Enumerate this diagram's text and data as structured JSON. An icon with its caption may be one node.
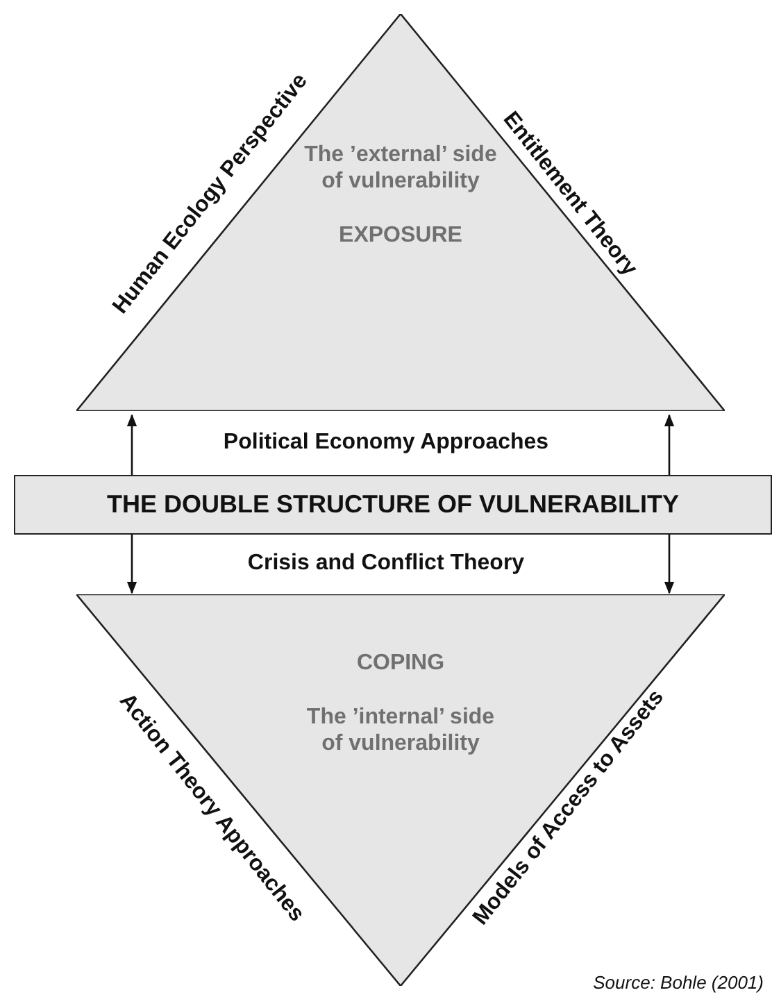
{
  "diagram": {
    "nodes": [
      {
        "text": [
          "The ’external’ side of vulnerability",
          "EXPOSURE"
        ],
        "beside": [
          "Human Ecology Perspective",
          "Entitlement Theory"
        ]
      },
      {
        "text": [
          "THE DOUBLE STRUCTURE OF VULNERABILITY"
        ]
      },
      {
        "text": [
          "COPING",
          "The ’internal’ side of vulnerability"
        ],
        "beside": [
          "Action Theory Approaches",
          "Models of Access to Assets"
        ]
      }
    ],
    "edges": [
      {
        "from": 1,
        "to": 0,
        "arrow": "to"
      },
      {
        "from": 1,
        "to": 0,
        "arrow": "to"
      },
      {
        "from": 1,
        "to": 2,
        "arrow": "to"
      },
      {
        "from": 1,
        "to": 2,
        "arrow": "to"
      }
    ],
    "labels": [
      "Political Economy Approaches",
      "Crisis and Conflict Theory",
      "Source: Bohle (2001)"
    ]
  }
}
